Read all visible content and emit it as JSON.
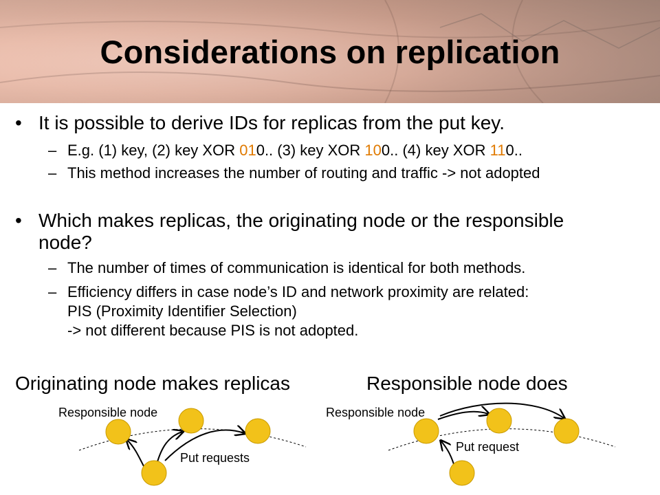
{
  "slide": {
    "title": "Considerations on replication",
    "bullet1": {
      "text": "It is possible to derive IDs for replicas from the put key.",
      "sub1": {
        "p1": "E.g. (1) key, (2) key XOR ",
        "o1": "01",
        "p2": "0.. (3) key XOR ",
        "o2": "10",
        "p3": "0.. (4) key XOR ",
        "o3": "11",
        "p4": "0.."
      },
      "sub2": "This method increases the number of routing and traffic -> not adopted"
    },
    "bullet2": {
      "text_line1": "Which  makes replicas, the originating node or the responsible",
      "text_line2": "node?",
      "sub1": "The number of times of communication is identical for both methods.",
      "sub2_line1": "Efficiency differs in case node’s ID and network proximity are related:",
      "sub2_line2": "PIS (Proximity Identifier Selection)",
      "sub2_line3": "-> not different because PIS is not adopted."
    },
    "left_heading": "Originating node makes replicas",
    "right_heading": "Responsible node does",
    "left_diagram": {
      "responsible_label": "Responsible node",
      "put_label": "Put requests"
    },
    "right_diagram": {
      "responsible_label": "Responsible node",
      "put_label": "Put request"
    },
    "colors": {
      "node_fill": "#f2c21a",
      "node_stroke": "#c99a00",
      "highlight": "#e07a00"
    }
  }
}
